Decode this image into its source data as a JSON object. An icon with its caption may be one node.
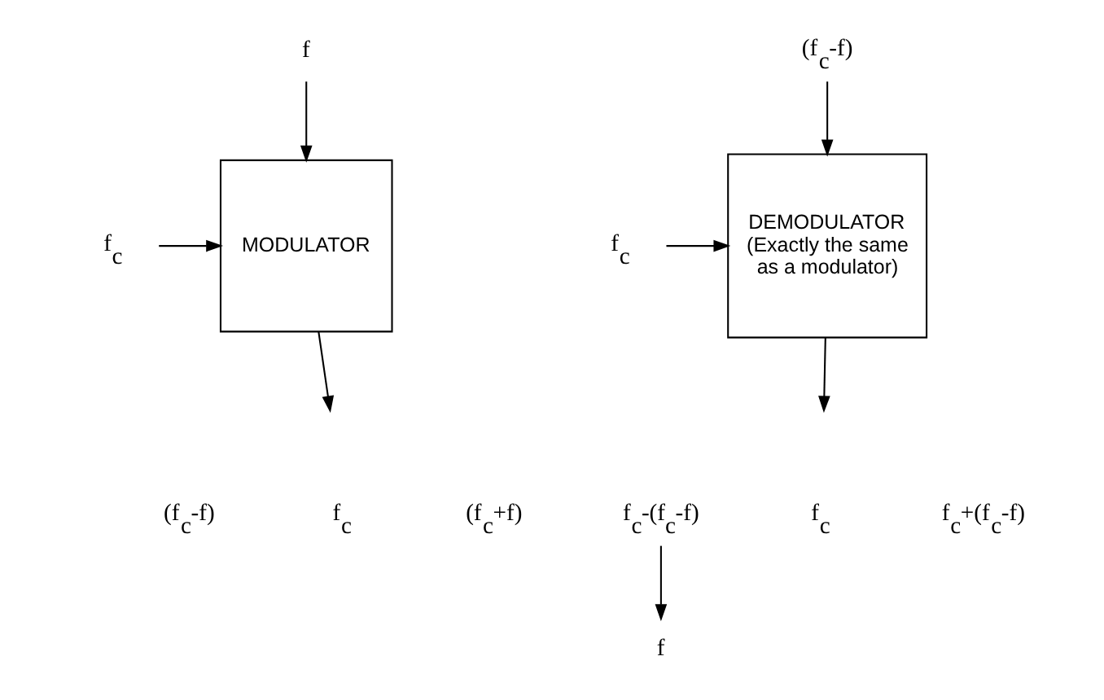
{
  "diagram": {
    "nodes": [
      {
        "text": [
          "f"
        ]
      },
      {
        "text": [
          "f$_{c}$"
        ]
      },
      {
        "text": [
          "MODULATOR"
        ]
      },
      {
        "text": [
          "(f$_{c}$-f)"
        ]
      },
      {
        "text": [
          "f$_{c}$"
        ]
      },
      {
        "text": [
          "DEMODULATOR",
          "(Exactly the same as a modulator)"
        ]
      },
      {
        "text": [
          "f$_{c}$-(f$_{c}$-f)"
        ]
      },
      {
        "text": [
          "f"
        ]
      }
    ],
    "edges": [
      {
        "from": 0,
        "to": 2,
        "arrow": "to"
      },
      {
        "from": 1,
        "to": 2,
        "arrow": "to"
      },
      {
        "from": 2,
        "to": null,
        "arrow": "to"
      },
      {
        "from": 3,
        "to": 5,
        "arrow": "to"
      },
      {
        "from": 4,
        "to": 5,
        "arrow": "to"
      },
      {
        "from": 5,
        "to": null,
        "arrow": "to"
      },
      {
        "from": 6,
        "to": 7,
        "arrow": "to"
      }
    ],
    "labels": [
      "(f$_{c}$-f)",
      "f$_{c}$",
      "(f$_{c}$+f)",
      "f$_{c}$",
      "f$_{c}$+(f$_{c}$-f)"
    ]
  }
}
